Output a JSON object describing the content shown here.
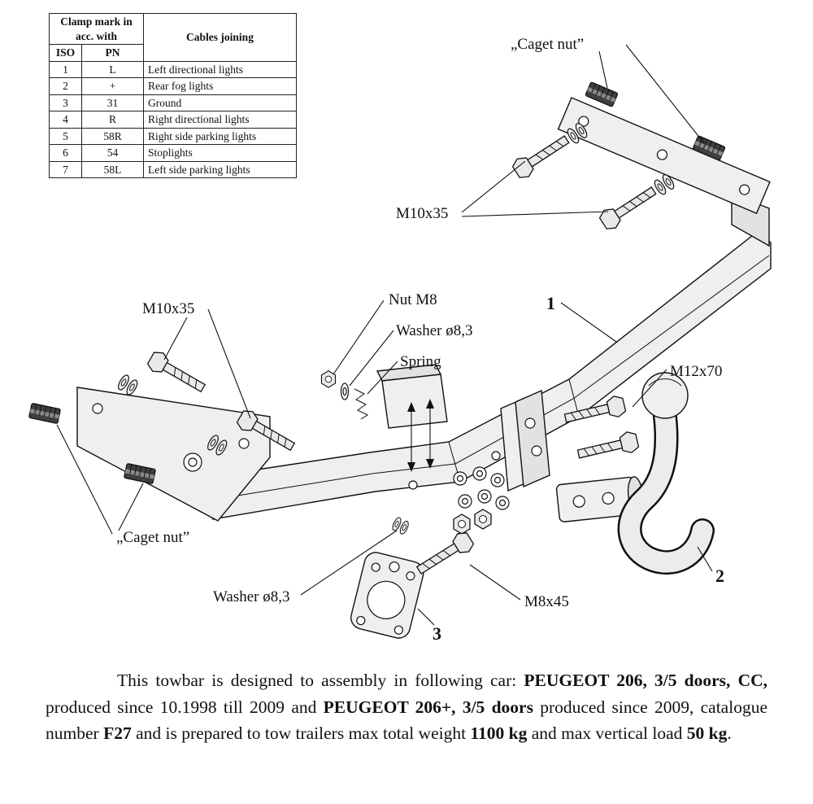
{
  "colors": {
    "ink": "#111111",
    "metal_fill": "#efefef",
    "paper": "#ffffff"
  },
  "table": {
    "clamp_header": "Clamp mark in acc. with",
    "iso_header": "ISO",
    "pn_header": "PN",
    "cables_header": "Cables joining",
    "rows": [
      {
        "iso": "1",
        "pn": "L",
        "cable": "Left directional lights"
      },
      {
        "iso": "2",
        "pn": "+",
        "cable": "Rear fog lights"
      },
      {
        "iso": "3",
        "pn": "31",
        "cable": "Ground"
      },
      {
        "iso": "4",
        "pn": "R",
        "cable": "Right directional lights"
      },
      {
        "iso": "5",
        "pn": "58R",
        "cable": "Right side parking lights"
      },
      {
        "iso": "6",
        "pn": "54",
        "cable": "Stoplights"
      },
      {
        "iso": "7",
        "pn": "58L",
        "cable": "Left side parking lights"
      }
    ]
  },
  "diagram": {
    "labels": {
      "caget_nut": "„Caget nut”",
      "m10x35": "M10x35",
      "nut_m8": "Nut M8",
      "washer_o83": "Washer ø8,3",
      "spring": "Spring",
      "m12x70": "M12x70",
      "m8x45": "M8x45",
      "part1": "1",
      "part2": "2",
      "part3": "3"
    }
  },
  "description": {
    "segments": [
      {
        "text": "This towbar is designed to assembly in following car: ",
        "bold": false
      },
      {
        "text": "PEUGEOT 206, 3/5 doors, CC,",
        "bold": true
      },
      {
        "text": " produced since 10.1998 till 2009 and ",
        "bold": false
      },
      {
        "text": "PEUGEOT 206+, 3/5 doors",
        "bold": true
      },
      {
        "text": " produced since 2009, catalogue number ",
        "bold": false
      },
      {
        "text": "F27",
        "bold": true
      },
      {
        "text": " and is prepared to tow trailers max total weight ",
        "bold": false
      },
      {
        "text": "1100 kg",
        "bold": true
      },
      {
        "text": " and max vertical load ",
        "bold": false
      },
      {
        "text": "50 kg",
        "bold": true
      },
      {
        "text": ".",
        "bold": false
      }
    ]
  }
}
